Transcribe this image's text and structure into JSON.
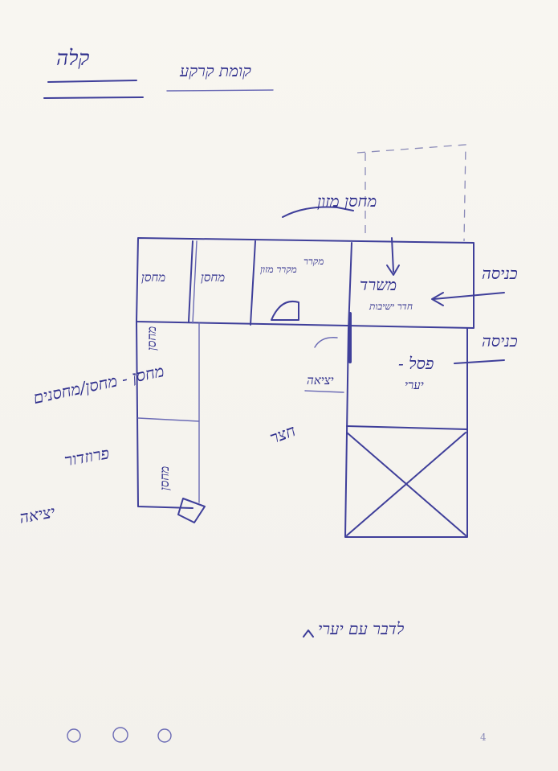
{
  "header": {
    "title": "קלה",
    "subtitle": "קומת קרקע"
  },
  "annotations": {
    "arrow_top": "מחסן מזון",
    "entrance_top": "כניסה",
    "entrance_mid": "כניסה",
    "left_note_1": "מחסן - מחסן/מחסנים",
    "left_note_2": "פרוזדור",
    "left_note_3": "יציאה",
    "stair_label": "יציאה",
    "courtyard_label": "חצר",
    "bottom_note": "לדבר עם יערי"
  },
  "rooms": {
    "room_1": "מחסן",
    "room_2": "מחסן",
    "room_3": "מקרר מזון",
    "room_4": "מקרר",
    "main_room": "משרד",
    "main_sub": "חדר ישיבות",
    "left_room_1": "מחסן",
    "left_room_2": "מחסן",
    "sale_room": "פסל -",
    "sale_sub": "יערי"
  },
  "page_number": "4",
  "colors": {
    "ink": "#3f3f9a",
    "paper": "#f6f4ef"
  }
}
